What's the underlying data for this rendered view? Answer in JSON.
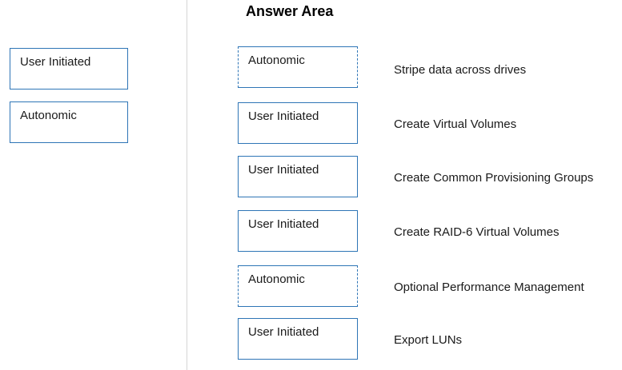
{
  "answer_area": {
    "title": "Answer Area"
  },
  "source_items": [
    {
      "label": "User Initiated"
    },
    {
      "label": "Autonomic"
    }
  ],
  "answer_rows": [
    {
      "value": "Autonomic",
      "style": "dashed",
      "description": "Stripe data across drives"
    },
    {
      "value": "User Initiated",
      "style": "solid",
      "description": "Create Virtual Volumes"
    },
    {
      "value": "User Initiated",
      "style": "solid",
      "description": "Create Common Provisioning Groups"
    },
    {
      "value": "User Initiated",
      "style": "solid",
      "description": "Create RAID-6 Virtual Volumes"
    },
    {
      "value": "Autonomic",
      "style": "dashed",
      "description": "Optional Performance Management"
    },
    {
      "value": "User Initiated",
      "style": "solid",
      "description": "Export LUNs"
    }
  ],
  "colors": {
    "box_border": "#2e75b6",
    "divider": "#d6d6d6",
    "text": "#1a1a1a"
  }
}
